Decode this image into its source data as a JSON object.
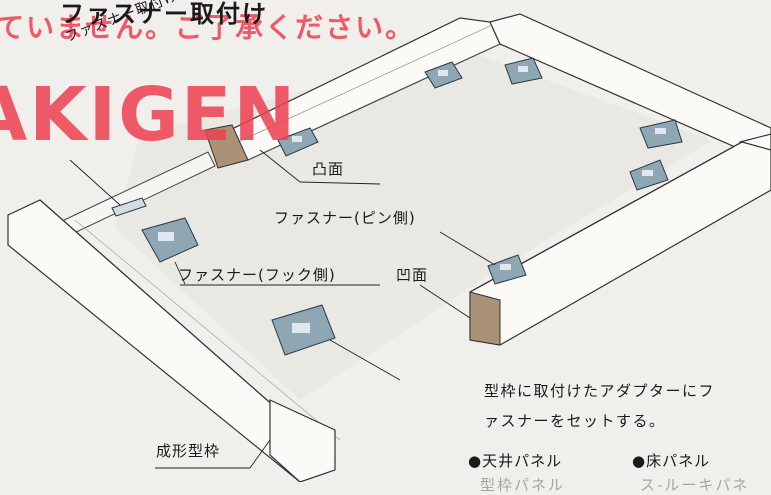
{
  "title": "ファスナー取付け",
  "watermark": {
    "line1": "ていません。ご了承ください。",
    "line2": "AKIGEN"
  },
  "labels": {
    "adapter": "ファスナー取付け用アダプター",
    "convex": "凸面",
    "fastener_pin": "ファスナー(ピン側)",
    "fastener_hook": "ファスナー(フック側)",
    "concave": "凹面",
    "form_frame": "成形型枠"
  },
  "note": {
    "line1": "型枠に取付けたアダプターにフ",
    "line2": "ァスナーをセットする。"
  },
  "bullets": [
    "●天井パネル",
    "●床パネル"
  ],
  "cutoff": [
    "型枠パネル",
    "ス-ルーキパネ"
  ],
  "colors": {
    "watermark": "#ee3f52",
    "frame": "#fbfaf7",
    "fastener": "#8fa6b3"
  }
}
